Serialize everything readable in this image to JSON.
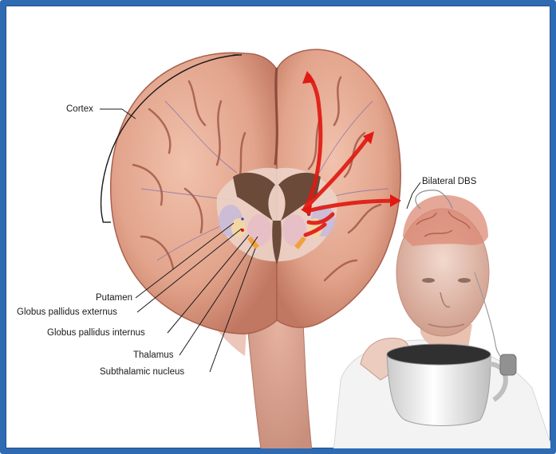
{
  "labels": {
    "cortex": "Cortex",
    "putamen": "Putamen",
    "gpe": "Globus pallidus externus",
    "gpi": "Globus pallidus internus",
    "thalamus": "Thalamus",
    "stn": "Subthalamic nucleus",
    "dbs": "Bilateral DBS"
  },
  "colors": {
    "border": "#2f6bb3",
    "brain": "#e3a58e",
    "brain_dark": "#b9705c",
    "arrow": "#e01a12",
    "ventricle": "#6b4a3a"
  }
}
